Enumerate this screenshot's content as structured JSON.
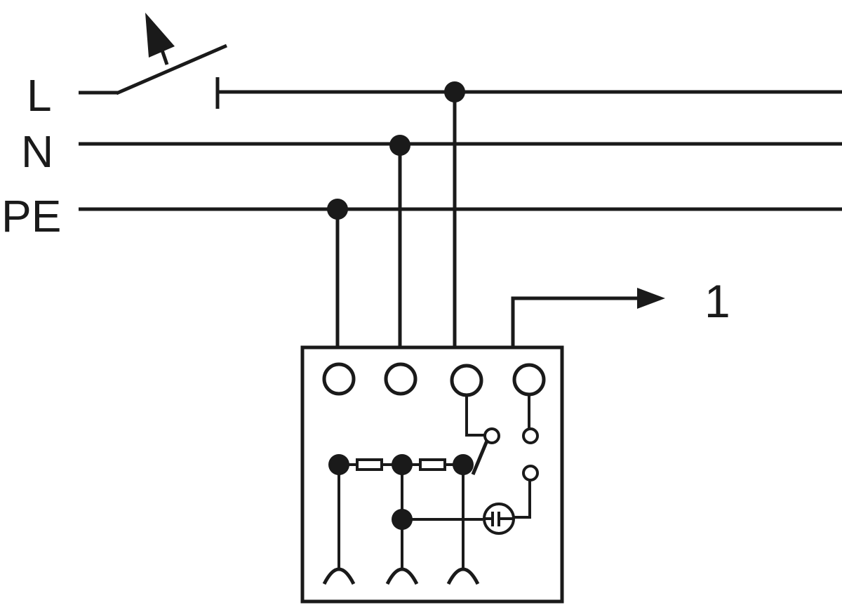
{
  "colors": {
    "ink": "#1a1a1a",
    "background": "#ffffff"
  },
  "labels": {
    "line_L": "L",
    "line_N": "N",
    "line_PE": "PE",
    "output_ref": "1"
  }
}
